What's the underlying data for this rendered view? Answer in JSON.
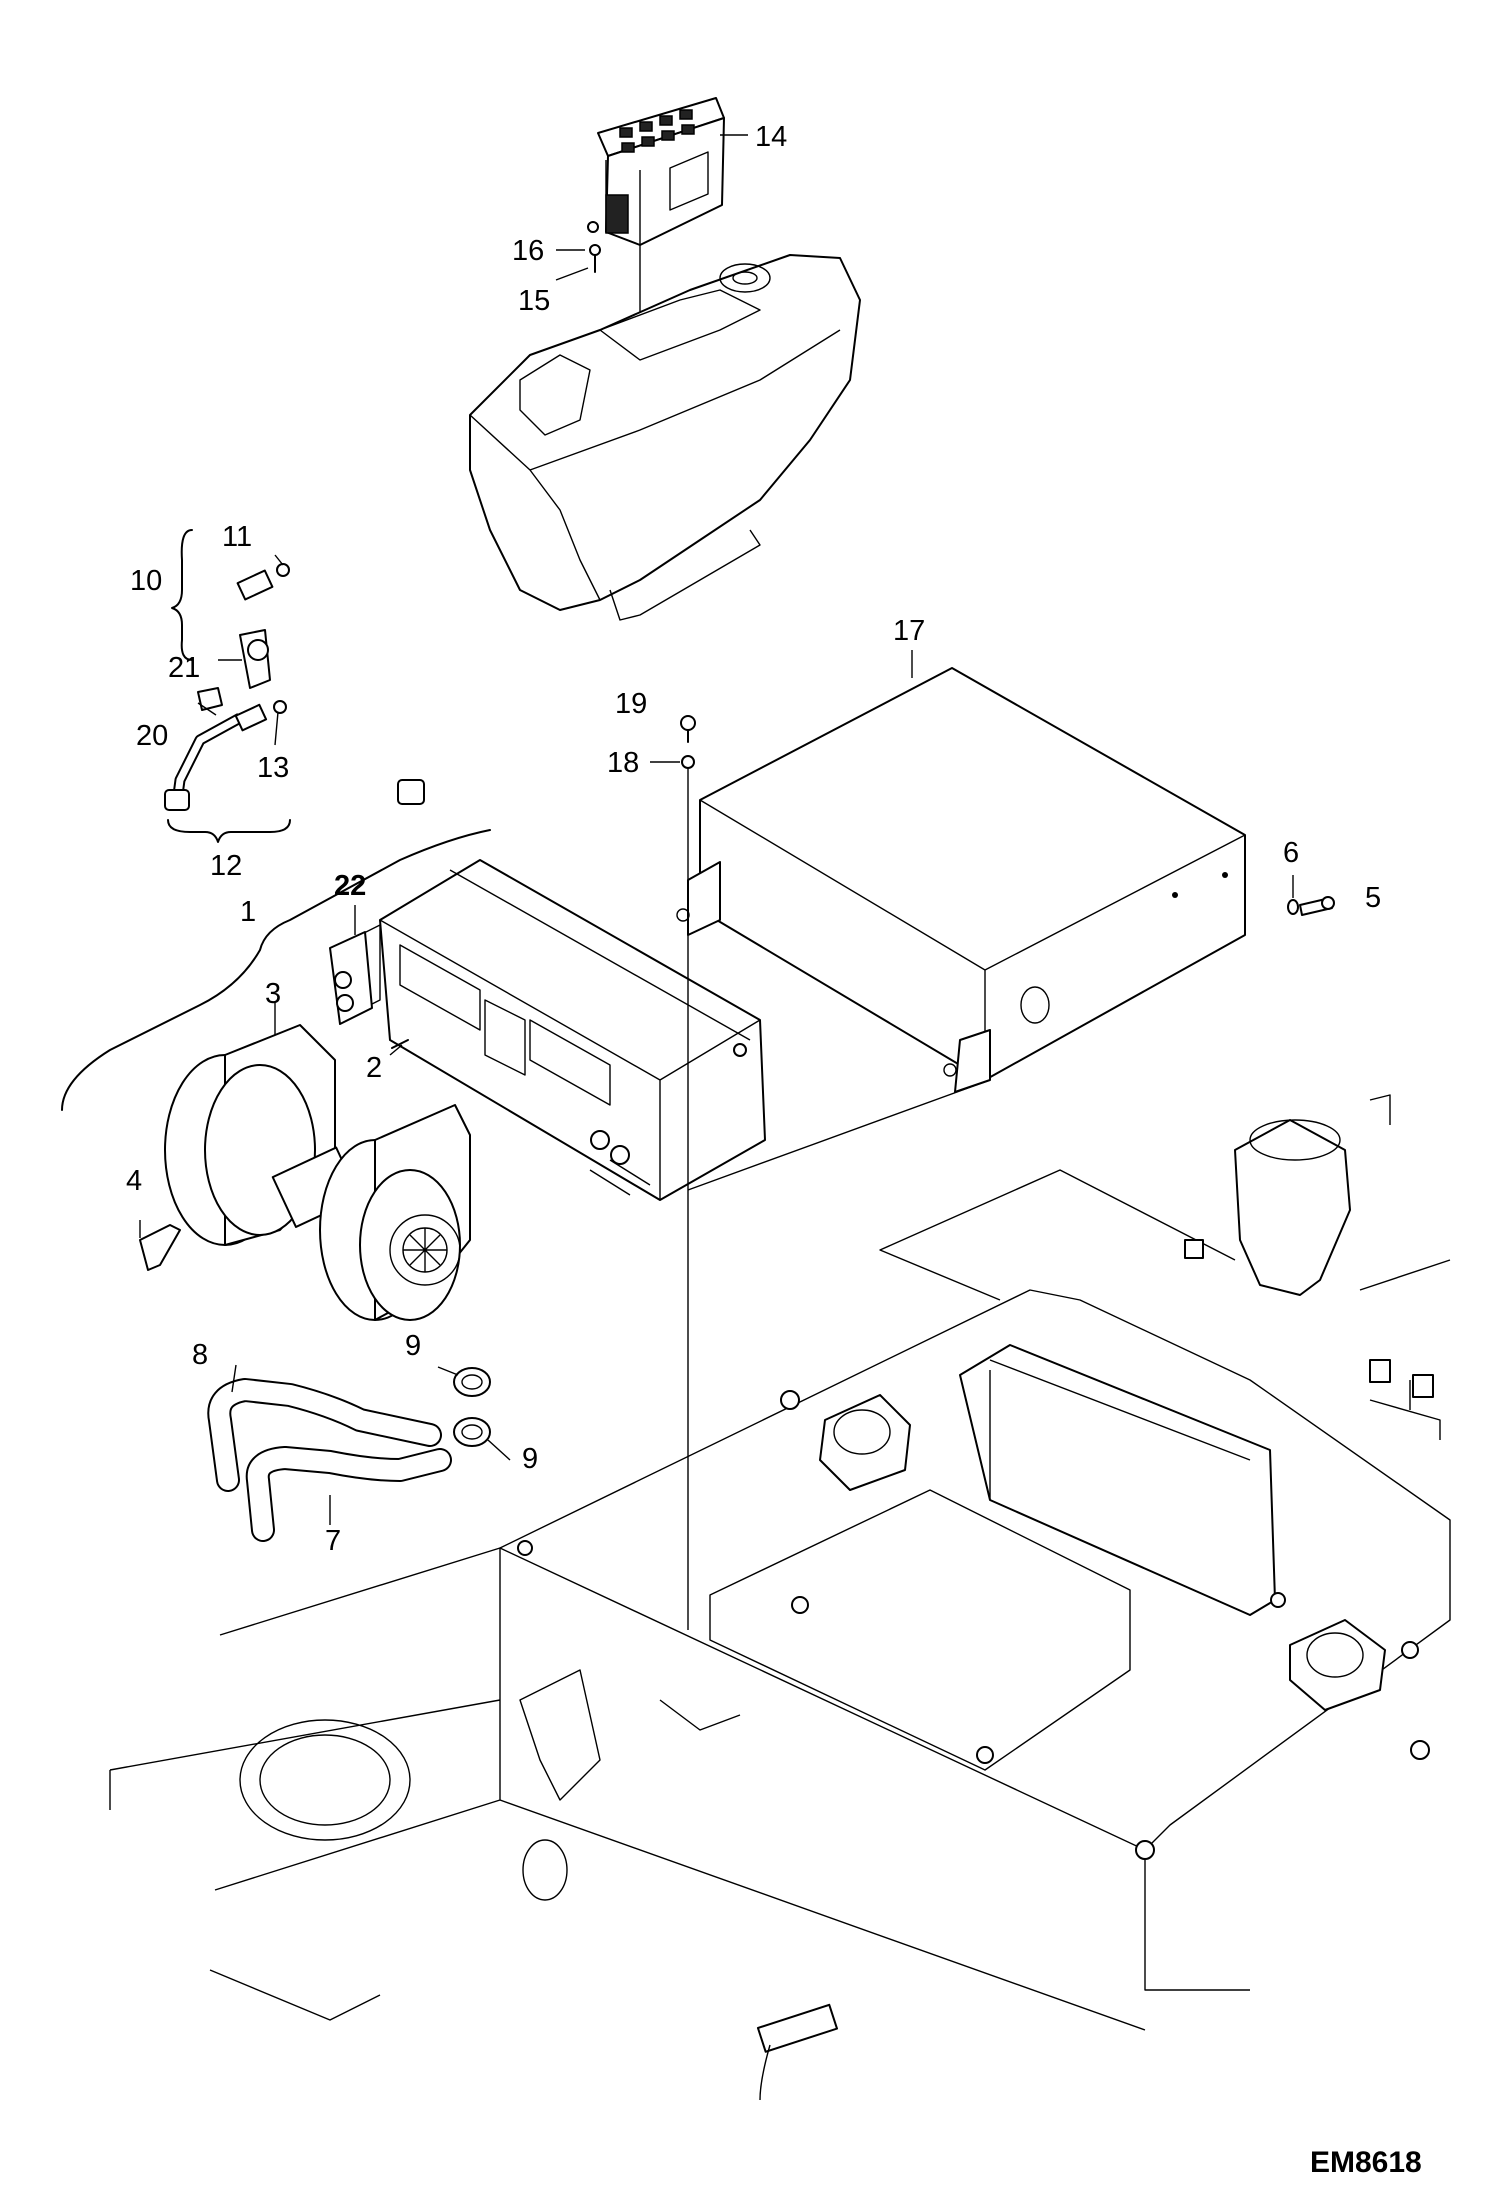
{
  "drawing_code": "EM8618",
  "callouts": [
    {
      "id": "c1",
      "text": "1"
    },
    {
      "id": "c2",
      "text": "2"
    },
    {
      "id": "c3",
      "text": "3"
    },
    {
      "id": "c4",
      "text": "4"
    },
    {
      "id": "c5",
      "text": "5"
    },
    {
      "id": "c6",
      "text": "6"
    },
    {
      "id": "c7",
      "text": "7"
    },
    {
      "id": "c8",
      "text": "8"
    },
    {
      "id": "c9a",
      "text": "9"
    },
    {
      "id": "c9b",
      "text": "9"
    },
    {
      "id": "c10",
      "text": "10"
    },
    {
      "id": "c11",
      "text": "11"
    },
    {
      "id": "c12",
      "text": "12"
    },
    {
      "id": "c13",
      "text": "13"
    },
    {
      "id": "c14",
      "text": "14"
    },
    {
      "id": "c15",
      "text": "15"
    },
    {
      "id": "c16",
      "text": "16"
    },
    {
      "id": "c17",
      "text": "17"
    },
    {
      "id": "c18",
      "text": "18"
    },
    {
      "id": "c19",
      "text": "19"
    },
    {
      "id": "c20",
      "text": "20"
    },
    {
      "id": "c21",
      "text": "21"
    },
    {
      "id": "c22",
      "text": "22"
    }
  ]
}
